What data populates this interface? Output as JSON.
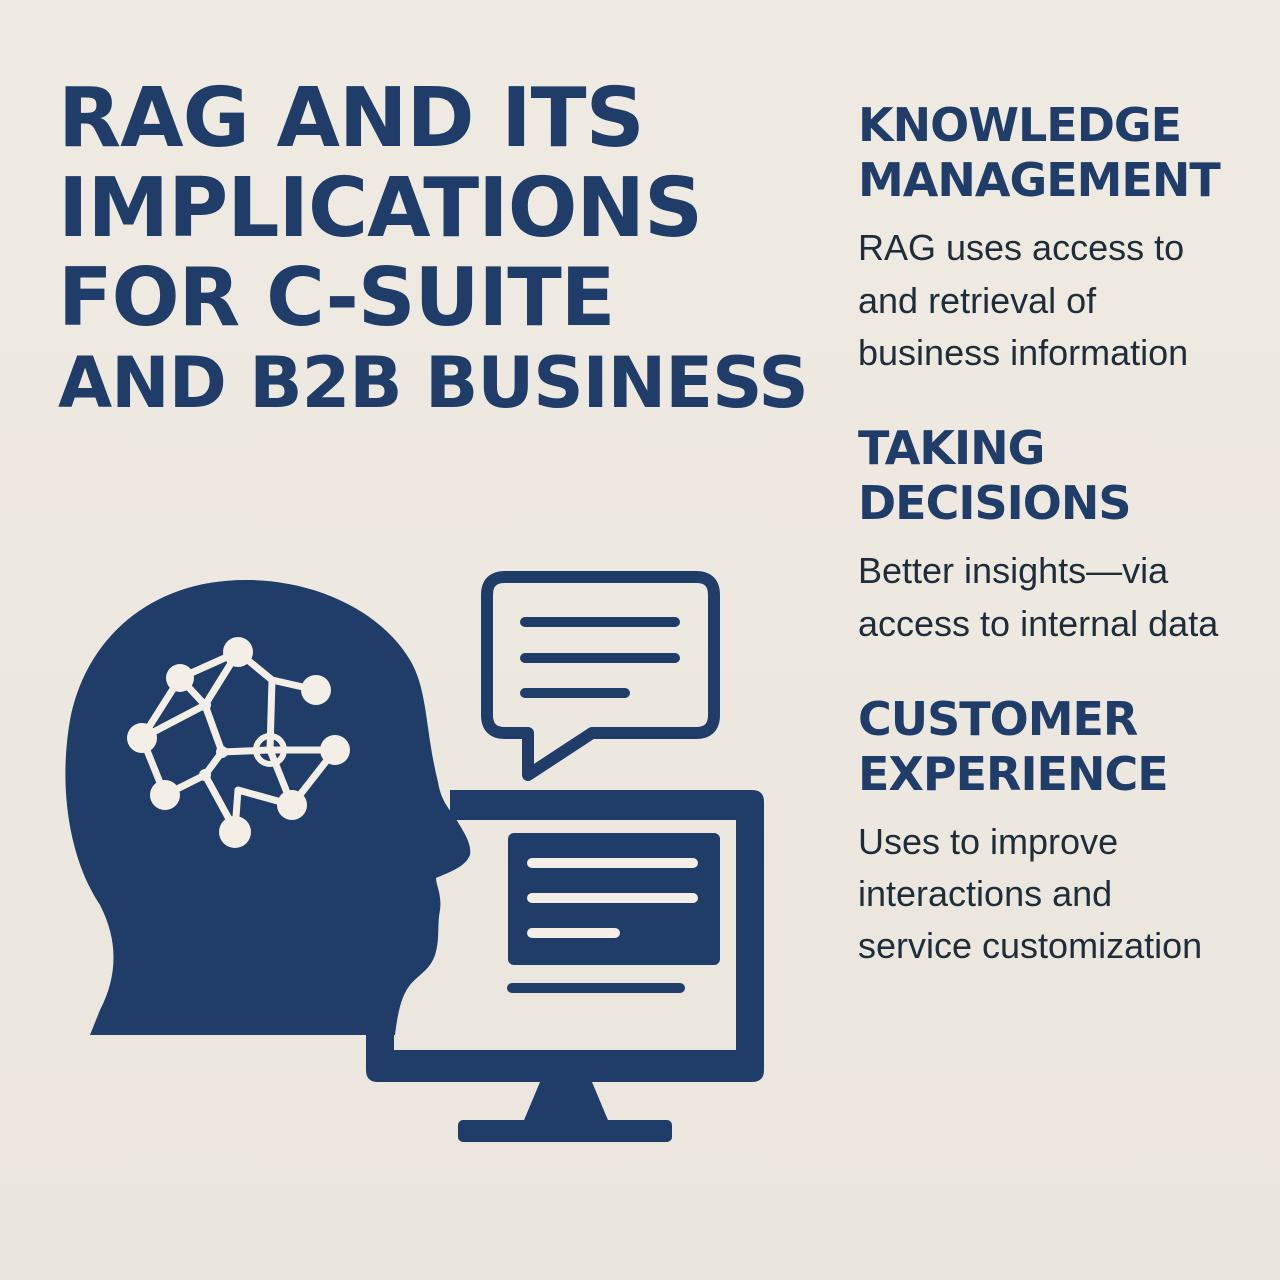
{
  "title": {
    "line1": "RAG AND ITS",
    "line2": "IMPLICATIONS",
    "line3": "FOR C-SUITE",
    "line4": "AND B2B BUSINESS"
  },
  "colors": {
    "background": "#ede8df",
    "primary": "#1f3d68",
    "body_text": "#1f2c3a"
  },
  "illustration": {
    "icons": [
      "head-silhouette-icon",
      "neural-network-icon",
      "chat-bubble-icon",
      "computer-monitor-icon"
    ]
  },
  "sections": [
    {
      "heading": [
        "KNOWLEDGE",
        "MANAGEMENT"
      ],
      "body": [
        "RAG uses access to",
        "and retrieval of",
        "business information"
      ]
    },
    {
      "heading": [
        "TAKING",
        "DECISIONS"
      ],
      "body": [
        "Better insights—via",
        "access to internal data"
      ]
    },
    {
      "heading": [
        "CUSTOMER",
        "EXPERIENCE"
      ],
      "body": [
        "Uses to improve",
        "interactions and",
        "service customization"
      ]
    }
  ]
}
